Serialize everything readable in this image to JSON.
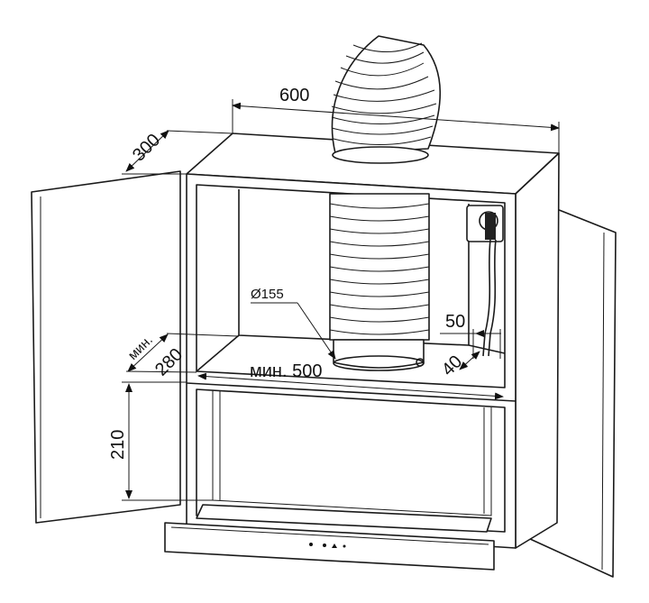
{
  "dimensions": {
    "cabinet_width": "600",
    "cabinet_depth": "300",
    "duct_diameter": "Ø155",
    "socket_offset": "50",
    "min_depth_prefix": "мин.",
    "min_depth_value": "280",
    "min_width_label": "мин. 500",
    "rear_gap": "40",
    "height_below": "210"
  }
}
